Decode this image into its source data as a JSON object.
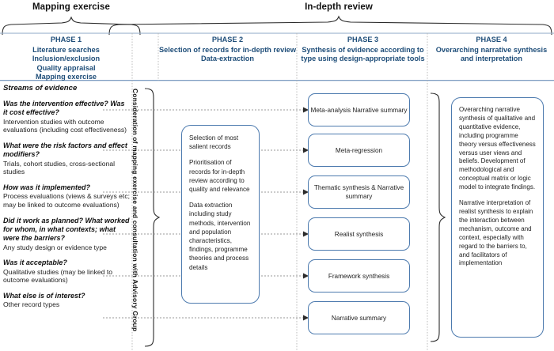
{
  "groups": [
    {
      "label": "Mapping exercise"
    },
    {
      "label": "In-depth review"
    }
  ],
  "phases": [
    {
      "title": "PHASE 1",
      "lines": [
        "Literature searches",
        "Inclusion/exclusion",
        "Quality appraisal",
        "Mapping exercise"
      ]
    },
    {
      "title": "PHASE 2",
      "lines": [
        "Selection of records for in-depth review",
        "Data-extraction"
      ]
    },
    {
      "title": "PHASE 3",
      "lines": [
        "Synthesis of evidence according to type using design-appropriate tools"
      ]
    },
    {
      "title": "PHASE 4",
      "lines": [
        "Overarching narrative synthesis and interpretation"
      ]
    }
  ],
  "streams": {
    "title": "Streams of evidence",
    "items": [
      {
        "question": "Was the intervention effective? Was it cost effective?",
        "answer": "Intervention studies with outcome evaluations (including cost effectiveness)"
      },
      {
        "question": "What were the risk factors and effect modifiers?",
        "answer": "Trials, cohort studies, cross-sectional studies"
      },
      {
        "question": "How was it implemented?",
        "answer": "Process evaluations (views & surveys etc; may be linked to outcome evaluations)"
      },
      {
        "question": "Did it work as planned? What worked for whom, in what contexts;  what were the barriers?",
        "answer": "Any study design or evidence type"
      },
      {
        "question": "Was it acceptable?",
        "answer": "Qualitative studies (may be linked to outcome evaluations)"
      },
      {
        "question": "What else is of interest?",
        "answer": "Other record types"
      }
    ]
  },
  "advisory_label": "Consideration of mapping exercise and consultation with Advisory Group",
  "phase2_box": {
    "paragraphs": [
      "Selection of most salient records",
      "Prioritisation of records for in-depth review according to quality and relevance",
      "Data extraction including study methods, intervention and population characteristics, findings, programme theories and process details"
    ]
  },
  "phase3_boxes": [
    {
      "label": "Meta-analysis Narrative summary"
    },
    {
      "label": "Meta-regression"
    },
    {
      "label": "Thematic synthesis & Narrative summary"
    },
    {
      "label": "Realist synthesis"
    },
    {
      "label": "Framework synthesis"
    },
    {
      "label": "Narrative summary"
    }
  ],
  "phase4_box": {
    "paragraphs": [
      "Overarching narrative synthesis of qualitative and quantitative evidence, including programme theory versus effectiveness versus user views and beliefs. Development of methodological and conceptual matrix or logic model to integrate findings.",
      "Narrative interpretation of realist synthesis to explain the interaction between mechanism, outcome and context, especially with regard to the barriers to, and facilitators of implementation"
    ]
  },
  "colors": {
    "phase_heading": "#1F4E79",
    "box_border": "#4C7AAE",
    "rule": "#9DB4CE"
  }
}
